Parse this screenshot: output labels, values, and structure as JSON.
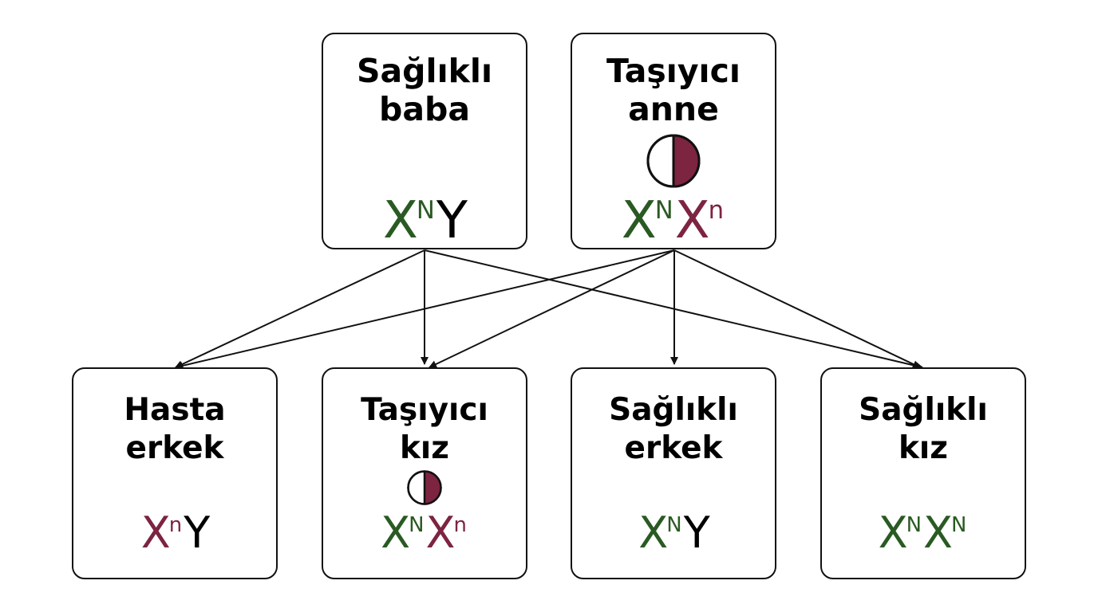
{
  "colors": {
    "dominant_allele": "#2a5a23",
    "recessive_allele": "#7d2440",
    "y_chromosome": "#000000",
    "carrier_fill": "#7d2440",
    "outline": "#111111"
  },
  "parents": {
    "father": {
      "label_line1": "Sağlıklı",
      "label_line2": "baba",
      "chrom1": "X",
      "allele1": "N",
      "chrom2": "Y",
      "allele2": ""
    },
    "mother": {
      "label_line1": "Taşıyıcı",
      "label_line2": "anne",
      "chrom1": "X",
      "allele1": "N",
      "chrom2": "X",
      "allele2": "n",
      "carrier_icon": "half-filled-circle-icon"
    }
  },
  "children": [
    {
      "label_line1": "Hasta",
      "label_line2": "erkek",
      "chrom1": "X",
      "allele1": "n",
      "chrom2": "Y",
      "allele2": ""
    },
    {
      "label_line1": "Taşıyıcı",
      "label_line2": "kız",
      "chrom1": "X",
      "allele1": "N",
      "chrom2": "X",
      "allele2": "n",
      "carrier_icon": "half-filled-circle-icon"
    },
    {
      "label_line1": "Sağlıklı",
      "label_line2": "erkek",
      "chrom1": "X",
      "allele1": "N",
      "chrom2": "Y",
      "allele2": ""
    },
    {
      "label_line1": "Sağlıklı",
      "label_line2": "kız",
      "chrom1": "X",
      "allele1": "N",
      "chrom2": "X",
      "allele2": "N"
    }
  ]
}
